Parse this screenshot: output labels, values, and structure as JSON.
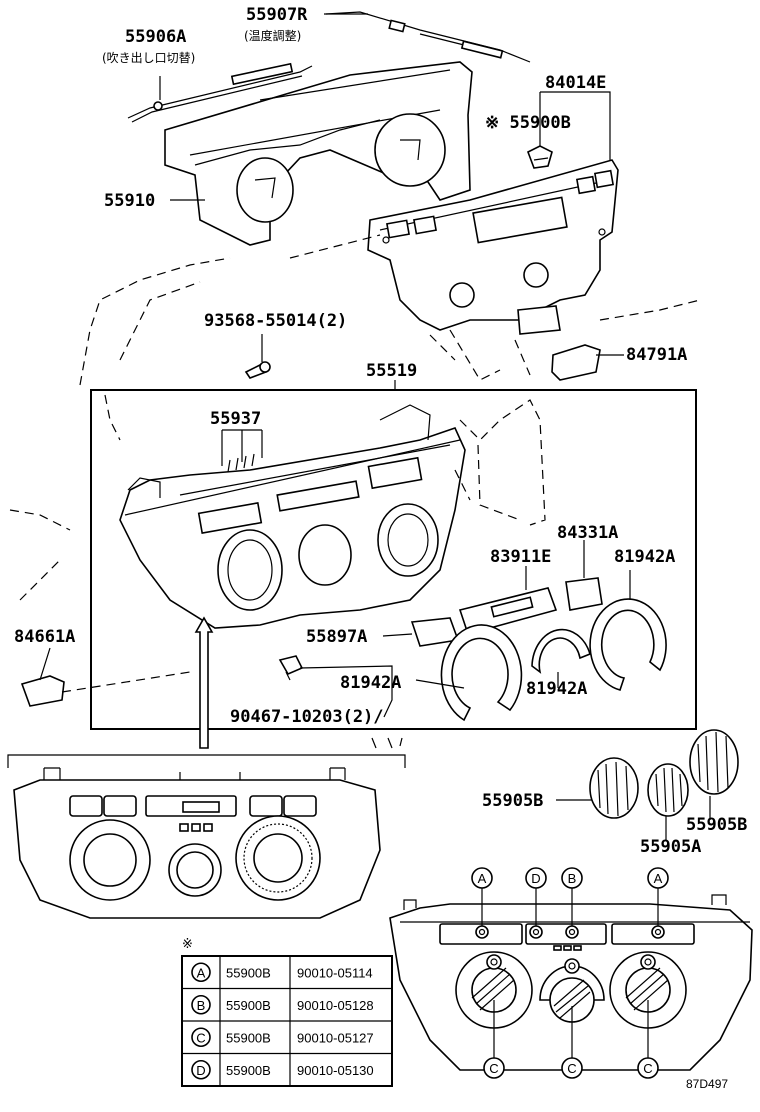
{
  "labels": {
    "p55906a": "55906A",
    "p55906a_sub": "(吹き出し口切替)",
    "p55907r": "55907R",
    "p55907r_sub": "(温度調整)",
    "p84014e": "84014E",
    "p55900b": "※ 55900B",
    "p55910": "55910",
    "p93568": "93568-55014(2)",
    "p84791a": "84791A",
    "p55519": "55519",
    "p55937": "55937",
    "p84331a": "84331A",
    "p83911e": "83911E",
    "p81942a_1": "81942A",
    "p55897a": "55897A",
    "p81942a_2": "81942A",
    "p81942a_3": "81942A",
    "p84661a": "84661A",
    "p90467": "90467-10203(2)/",
    "p55905b_1": "55905B",
    "p55905b_2": "55905B",
    "p55905a": "55905A"
  },
  "markers": {
    "a": "A",
    "b": "B",
    "c": "C",
    "d": "D"
  },
  "table": {
    "note_symbol": "※",
    "rows": [
      {
        "key": "A",
        "part": "55900B",
        "code": "90010-05114"
      },
      {
        "key": "B",
        "part": "55900B",
        "code": "90010-05128"
      },
      {
        "key": "C",
        "part": "55900B",
        "code": "90010-05127"
      },
      {
        "key": "D",
        "part": "55900B",
        "code": "90010-05130"
      }
    ]
  },
  "diagram_code": "87D497"
}
